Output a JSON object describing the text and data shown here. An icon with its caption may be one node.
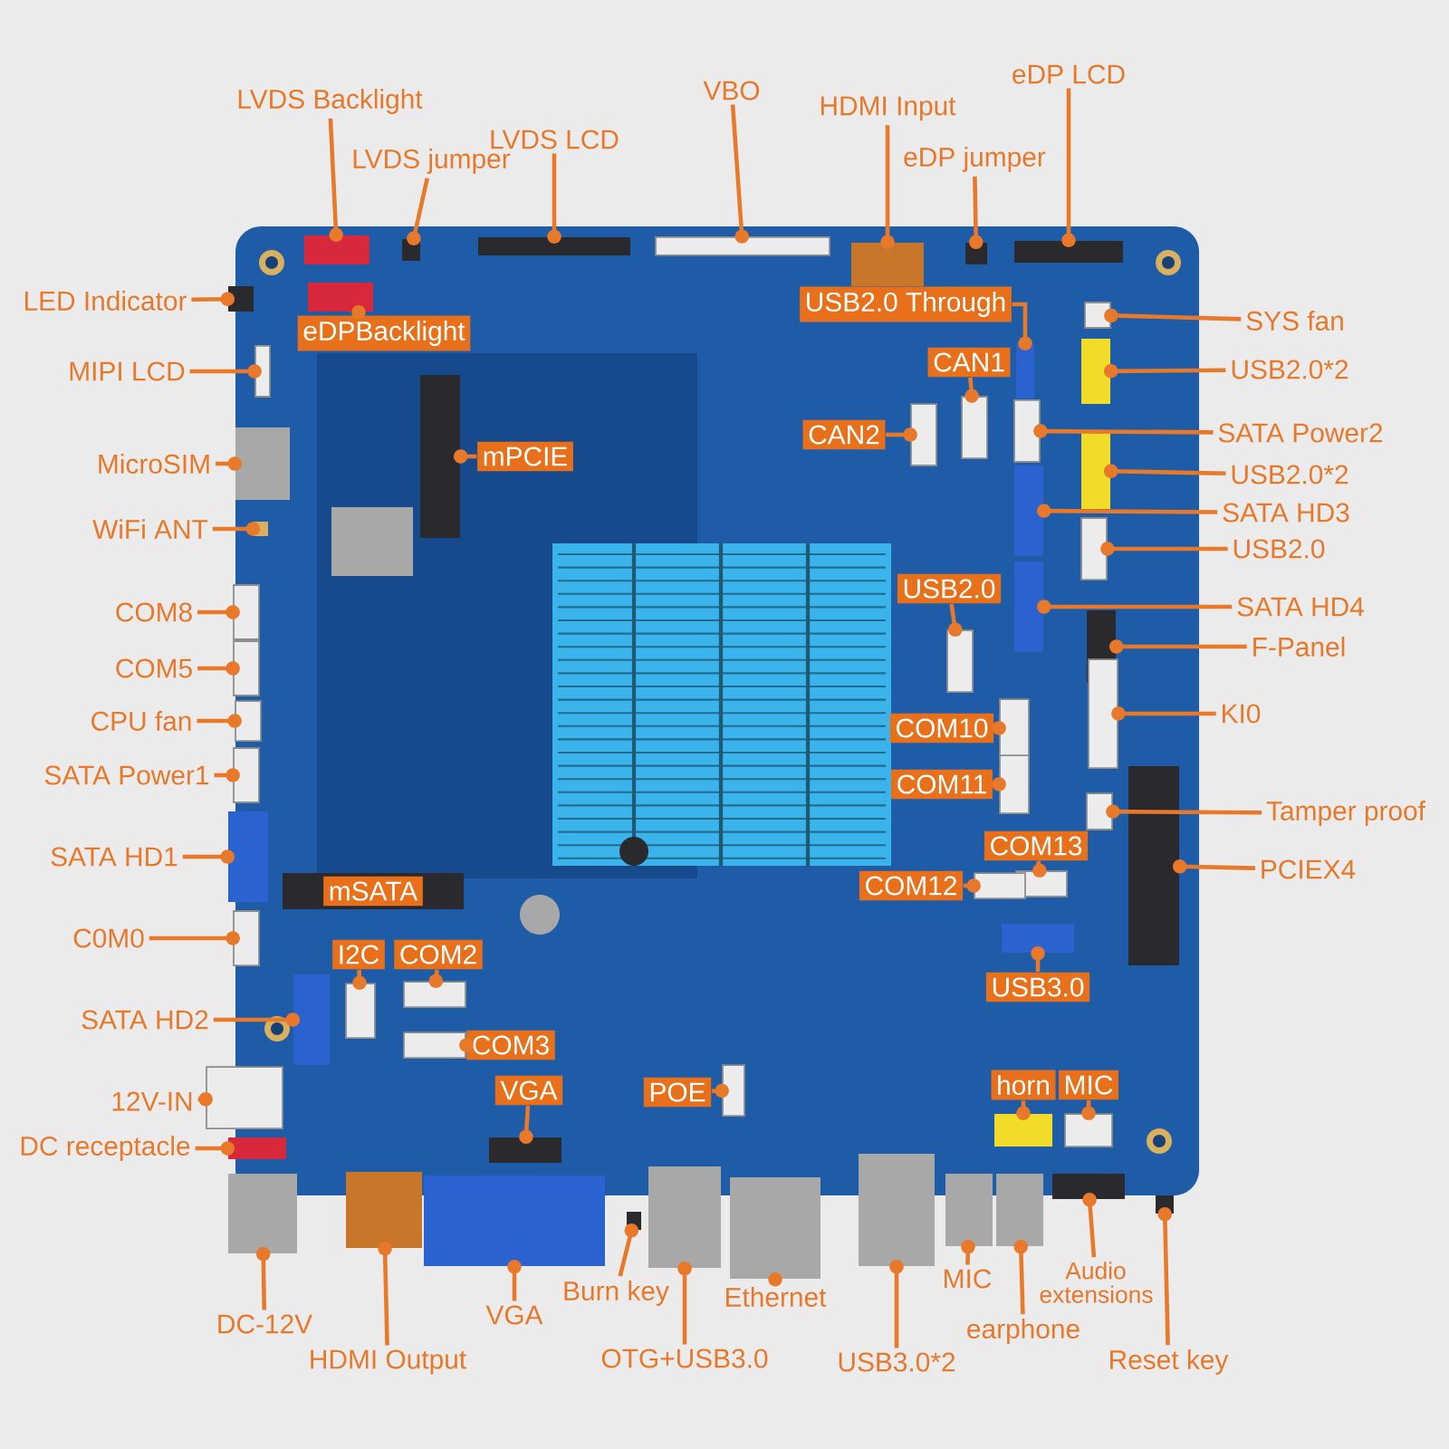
{
  "diagram": {
    "nodes": [
      {
        "text": [
          "LVDS Backlight"
        ]
      },
      {
        "text": [
          "LVDS jumper"
        ]
      },
      {
        "text": [
          "LVDS LCD"
        ]
      },
      {
        "text": [
          "VBO"
        ]
      },
      {
        "text": [
          "HDMI Input"
        ]
      },
      {
        "text": [
          "eDP jumper"
        ]
      },
      {
        "text": [
          "eDP LCD"
        ]
      },
      {
        "text": [
          "LED Indicator"
        ]
      },
      {
        "text": [
          "eDPBacklight"
        ]
      },
      {
        "text": [
          "MIPI LCD"
        ]
      },
      {
        "text": [
          "mPCIE"
        ]
      },
      {
        "text": [
          "MicroSIM"
        ]
      },
      {
        "text": [
          "WiFi ANT"
        ]
      },
      {
        "text": [
          "COM8"
        ]
      },
      {
        "text": [
          "COM5"
        ]
      },
      {
        "text": [
          "CPU fan"
        ]
      },
      {
        "text": [
          "SATA Power1"
        ]
      },
      {
        "text": [
          "SATA HD1"
        ]
      },
      {
        "text": [
          "mSATA"
        ]
      },
      {
        "text": [
          "C0M0"
        ]
      },
      {
        "text": [
          "SATA HD2"
        ]
      },
      {
        "text": [
          "I2C"
        ]
      },
      {
        "text": [
          "COM2"
        ]
      },
      {
        "text": [
          "COM3"
        ]
      },
      {
        "text": [
          "12V-IN"
        ]
      },
      {
        "text": [
          "DC receptacle"
        ]
      },
      {
        "text": [
          "VGA"
        ]
      },
      {
        "text": [
          "POE"
        ]
      },
      {
        "text": [
          "DC-12V"
        ]
      },
      {
        "text": [
          "HDMI Output"
        ]
      },
      {
        "text": [
          "VGA"
        ]
      },
      {
        "text": [
          "Burn key"
        ]
      },
      {
        "text": [
          "OTG+USB3.0"
        ]
      },
      {
        "text": [
          "Ethernet"
        ]
      },
      {
        "text": [
          "USB3.0*2"
        ]
      },
      {
        "text": [
          "MIC"
        ]
      },
      {
        "text": [
          "earphone"
        ]
      },
      {
        "text": [
          "Audio extensions"
        ]
      },
      {
        "text": [
          "Reset key"
        ]
      },
      {
        "text": [
          "horn"
        ]
      },
      {
        "text": [
          "MIC"
        ]
      },
      {
        "text": [
          "USB2.0 Through"
        ]
      },
      {
        "text": [
          "CAN1"
        ]
      },
      {
        "text": [
          "CAN2"
        ]
      },
      {
        "text": [
          "USB2.0"
        ]
      },
      {
        "text": [
          "COM10"
        ]
      },
      {
        "text": [
          "COM11"
        ]
      },
      {
        "text": [
          "COM13"
        ]
      },
      {
        "text": [
          "COM12"
        ]
      },
      {
        "text": [
          "USB3.0"
        ]
      },
      {
        "text": [
          "SYS fan"
        ]
      },
      {
        "text": [
          "USB2.0*2"
        ]
      },
      {
        "text": [
          "SATA Power2"
        ]
      },
      {
        "text": [
          "USB2.0*2"
        ]
      },
      {
        "text": [
          "SATA HD3"
        ]
      },
      {
        "text": [
          "USB2.0"
        ]
      },
      {
        "text": [
          "SATA HD4"
        ]
      },
      {
        "text": [
          "F-Panel"
        ]
      },
      {
        "text": [
          "KI0"
        ]
      },
      {
        "text": [
          "Tamper proof"
        ]
      },
      {
        "text": [
          "PCIEX4"
        ]
      },
      {
        "text": [],
        "shape": "box"
      },
      {
        "text": [],
        "shape": "box"
      },
      {
        "text": [],
        "shape": "box"
      },
      {
        "text": [],
        "shape": "box"
      },
      {
        "text": [],
        "shape": "box"
      },
      {
        "text": [],
        "shape": "box"
      },
      {
        "text": [],
        "shape": "box"
      },
      {
        "text": [],
        "shape": "box"
      },
      {
        "text": [],
        "shape": "box"
      },
      {
        "text": [],
        "shape": "box"
      },
      {
        "text": [],
        "shape": "box"
      },
      {
        "text": [],
        "shape": "box"
      },
      {
        "text": [],
        "shape": "box"
      },
      {
        "text": [],
        "shape": "box"
      },
      {
        "text": [],
        "shape": "box"
      },
      {
        "text": [],
        "shape": "box"
      },
      {
        "text": [],
        "shape": "box"
      },
      {
        "text": [],
        "shape": "box"
      },
      {
        "text": [],
        "shape": "box"
      },
      {
        "text": [],
        "shape": "box"
      },
      {
        "text": [],
        "shape": "box"
      },
      {
        "text": [],
        "shape": "box"
      },
      {
        "text": [],
        "shape": "box"
      },
      {
        "text": [],
        "shape": "box"
      },
      {
        "text": [],
        "shape": "box"
      },
      {
        "text": [],
        "shape": "box"
      },
      {
        "text": [],
        "shape": "box"
      },
      {
        "text": [],
        "shape": "box"
      },
      {
        "text": [],
        "shape": "box"
      },
      {
        "text": [],
        "shape": "box"
      },
      {
        "text": [],
        "shape": "box"
      },
      {
        "text": [],
        "shape": "box"
      },
      {
        "text": [],
        "shape": "box"
      },
      {
        "text": [],
        "shape": "box"
      },
      {
        "text": [],
        "shape": "box"
      },
      {
        "text": [],
        "shape": "box"
      },
      {
        "text": [],
        "shape": "box"
      },
      {
        "text": [],
        "shape": "box"
      },
      {
        "text": [],
        "shape": "box"
      },
      {
        "text": [],
        "shape": "box"
      },
      {
        "text": [],
        "shape": "box"
      },
      {
        "text": [],
        "shape": "box"
      },
      {
        "text": [],
        "shape": "box"
      },
      {
        "text": [],
        "shape": "box"
      },
      {
        "text": [],
        "shape": "box"
      },
      {
        "text": [],
        "shape": "box"
      },
      {
        "text": [],
        "shape": "box"
      },
      {
        "text": [],
        "shape": "box"
      },
      {
        "text": [],
        "shape": "box"
      },
      {
        "text": [],
        "shape": "box"
      },
      {
        "text": [],
        "shape": "box"
      },
      {
        "text": [],
        "shape": "box"
      },
      {
        "text": [],
        "shape": "box"
      },
      {
        "text": [],
        "shape": "box"
      },
      {
        "text": [],
        "shape": "box"
      },
      {
        "text": [],
        "shape": "box"
      },
      {
        "text": [],
        "shape": "box"
      },
      {
        "text": [],
        "shape": "box"
      },
      {
        "text": [],
        "shape": "box"
      },
      {
        "text": [],
        "shape": "box"
      }
    ],
    "edges": [
      {
        "from": 0,
        "to": 61,
        "arrow": "other"
      },
      {
        "from": 1,
        "to": 62,
        "arrow": "other"
      },
      {
        "from": 2,
        "to": 63,
        "arrow": "other"
      },
      {
        "from": 3,
        "to": 64,
        "arrow": "other"
      },
      {
        "from": 4,
        "to": 65,
        "arrow": "other"
      },
      {
        "from": 5,
        "to": 66,
        "arrow": "other"
      },
      {
        "from": 6,
        "to": 67,
        "arrow": "other"
      },
      {
        "from": 7,
        "to": 68,
        "arrow": "other"
      },
      {
        "from": 8,
        "to": 69,
        "arrow": "other"
      },
      {
        "from": 9,
        "to": 70,
        "arrow": "other"
      },
      {
        "from": 10,
        "to": 71,
        "arrow": "other"
      },
      {
        "from": 11,
        "to": 72,
        "arrow": "other"
      },
      {
        "from": 12,
        "to": 73,
        "arrow": "other"
      },
      {
        "from": 13,
        "to": 74,
        "arrow": "other"
      },
      {
        "from": 14,
        "to": 75,
        "arrow": "other"
      },
      {
        "from": 15,
        "to": 76,
        "arrow": "other"
      },
      {
        "from": 16,
        "to": 77,
        "arrow": "other"
      },
      {
        "from": 17,
        "to": 78,
        "arrow": "other"
      },
      {
        "from": 19,
        "to": 79,
        "arrow": "other"
      },
      {
        "from": 20,
        "to": 80,
        "arrow": "other"
      },
      {
        "from": 21,
        "to": 81,
        "arrow": "other"
      },
      {
        "from": 22,
        "to": 82,
        "arrow": "other"
      },
      {
        "from": 23,
        "to": 83,
        "arrow": "other"
      },
      {
        "from": 24,
        "to": 84,
        "arrow": "other"
      },
      {
        "from": 25,
        "to": 85,
        "arrow": "other"
      },
      {
        "from": 26,
        "to": 86,
        "arrow": "other"
      },
      {
        "from": 27,
        "to": 87,
        "arrow": "other"
      },
      {
        "from": 28,
        "to": 88,
        "arrow": "other"
      },
      {
        "from": 29,
        "to": 89,
        "arrow": "other"
      },
      {
        "from": 30,
        "to": 90,
        "arrow": "other"
      },
      {
        "from": 31,
        "to": 91,
        "arrow": "other"
      },
      {
        "from": 32,
        "to": 92,
        "arrow": "other"
      },
      {
        "from": 33,
        "to": 93,
        "arrow": "other"
      },
      {
        "from": 34,
        "to": 94,
        "arrow": "other"
      },
      {
        "from": 35,
        "to": 95,
        "arrow": "other"
      },
      {
        "from": 36,
        "to": 96,
        "arrow": "other"
      },
      {
        "from": 37,
        "to": 97,
        "arrow": "other"
      },
      {
        "from": 38,
        "to": 98,
        "arrow": "other"
      },
      {
        "from": 39,
        "to": 99,
        "arrow": "other"
      },
      {
        "from": 40,
        "to": 100,
        "arrow": "other"
      },
      {
        "from": 41,
        "to": 101,
        "arrow": "other"
      },
      {
        "from": 42,
        "to": 102,
        "arrow": "other"
      },
      {
        "from": 43,
        "to": 103,
        "arrow": "other"
      },
      {
        "from": 44,
        "to": 104,
        "arrow": "other"
      },
      {
        "from": 45,
        "to": 105,
        "arrow": "other"
      },
      {
        "from": 46,
        "to": 106,
        "arrow": "other"
      },
      {
        "from": 47,
        "to": 107,
        "arrow": "other"
      },
      {
        "from": 48,
        "to": 108,
        "arrow": "other"
      },
      {
        "from": 49,
        "to": 109,
        "arrow": "other"
      },
      {
        "from": 50,
        "to": 110,
        "arrow": "other"
      },
      {
        "from": 51,
        "to": 111,
        "arrow": "other"
      },
      {
        "from": 52,
        "to": 112,
        "arrow": "other"
      },
      {
        "from": 53,
        "to": 113,
        "arrow": "other"
      },
      {
        "from": 54,
        "to": 114,
        "arrow": "other"
      },
      {
        "from": 55,
        "to": 115,
        "arrow": "other"
      },
      {
        "from": 56,
        "to": 116,
        "arrow": "other"
      },
      {
        "from": 57,
        "to": 117,
        "arrow": "other"
      },
      {
        "from": 58,
        "to": 118,
        "arrow": "other"
      },
      {
        "from": 59,
        "to": 119,
        "arrow": "other"
      },
      {
        "from": 60,
        "to": 120,
        "arrow": "other"
      }
    ]
  }
}
